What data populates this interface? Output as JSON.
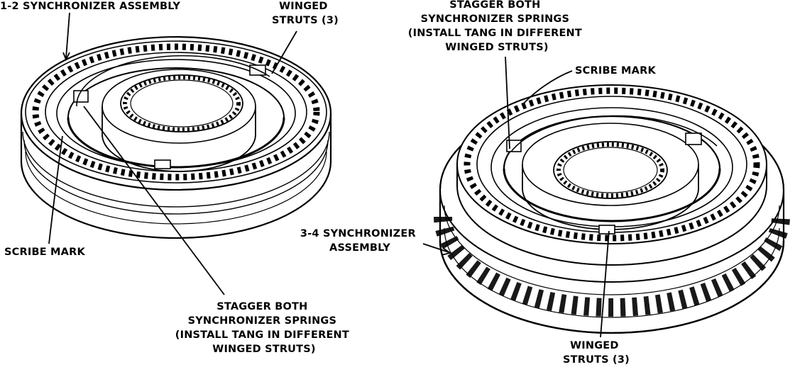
{
  "left_assembly": {
    "title": "1-2 SYNCHRONIZER ASSEMBLY",
    "winged_struts": [
      "WINGED",
      "STRUTS (3)"
    ],
    "scribe_mark": "SCRIBE MARK",
    "stagger_note": [
      "STAGGER BOTH",
      "SYNCHRONIZER SPRINGS",
      "(INSTALL TANG IN DIFFERENT",
      "WINGED STRUTS)"
    ]
  },
  "right_assembly": {
    "stagger_note": [
      "STAGGER BOTH",
      "SYNCHRONIZER SPRINGS",
      "(INSTALL TANG IN DIFFERENT",
      "WINGED STRUTS)"
    ],
    "scribe_mark": "SCRIBE MARK",
    "title": [
      "3-4 SYNCHRONIZER",
      "ASSEMBLY"
    ],
    "winged_struts": [
      "WINGED",
      "STRUTS (3)"
    ]
  }
}
